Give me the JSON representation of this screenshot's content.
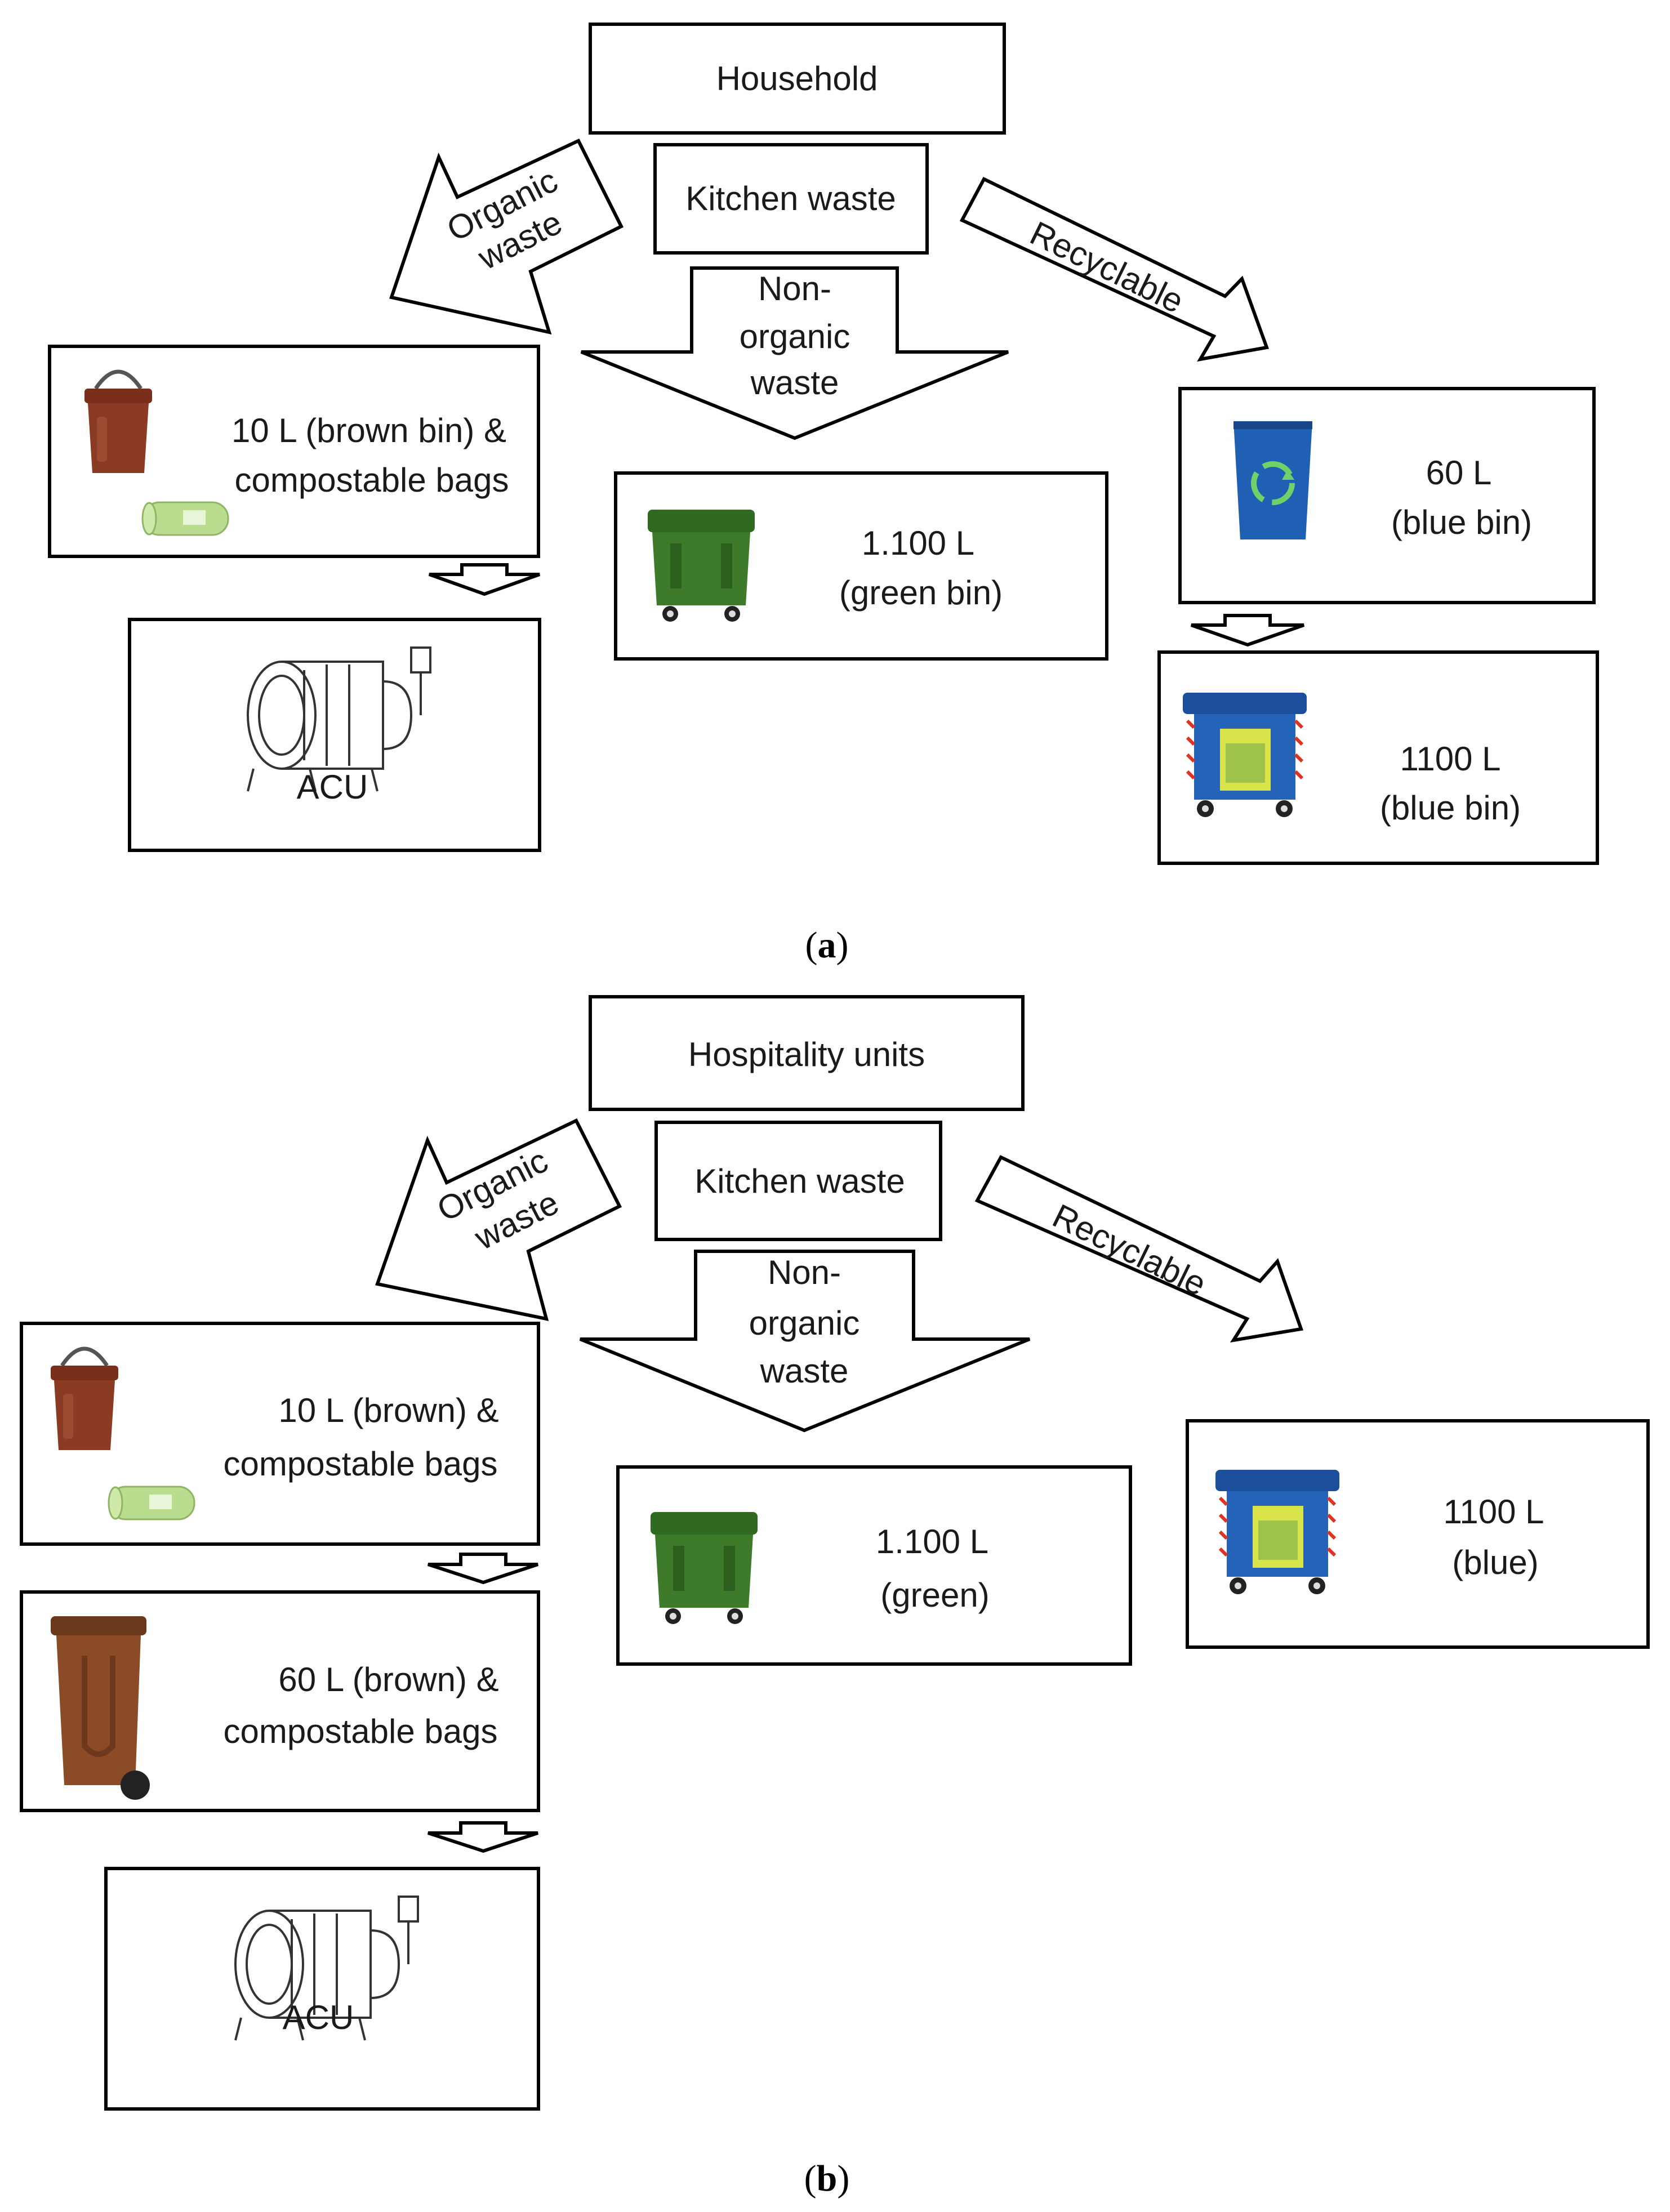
{
  "panel_a": {
    "top_box": "Household",
    "kitchen_box": "Kitchen waste",
    "arrow_organic": [
      "Organic",
      "waste"
    ],
    "arrow_nonorganic": [
      "Non-",
      "organic",
      "waste"
    ],
    "arrow_recyclable": "Recyclable",
    "brown_box": [
      "10 L (brown bin) &",
      "compostable bags"
    ],
    "green_box": [
      "1.100 L",
      "(green bin)"
    ],
    "blue_small_box": [
      "60 L",
      "(blue bin)"
    ],
    "blue_large_box": [
      "1100 L",
      "(blue bin)"
    ],
    "acu_box": "ACU",
    "caption": {
      "open": "(",
      "letter": "a",
      "close": ")"
    }
  },
  "panel_b": {
    "top_box": "Hospitality units",
    "kitchen_box": "Kitchen waste",
    "arrow_organic": [
      "Organic",
      "waste"
    ],
    "arrow_nonorganic": [
      "Non-",
      "organic",
      "waste"
    ],
    "arrow_recyclable": "Recyclable",
    "brown_small_box": [
      "10 L (brown) &",
      "compostable bags"
    ],
    "brown_large_box": [
      "60 L (brown) &",
      "compostable bags"
    ],
    "green_box": [
      "1.100 L",
      "(green)"
    ],
    "blue_box": [
      "1100 L",
      "(blue)"
    ],
    "acu_box": "ACU",
    "caption": {
      "open": "(",
      "letter": "b",
      "close": ")"
    }
  },
  "icons": {
    "brown_caddy": "brown-kitchen-caddy-icon",
    "compost_bags": "green-compostable-bag-roll-icon",
    "green_container": "green-1100l-wheeled-container-icon",
    "blue_recycle_bin": "blue-recycling-bin-icon",
    "blue_container": "blue-1100l-wheeled-container-icon",
    "brown_wheelie": "brown-60l-wheelie-bin-icon",
    "acu": "automatic-composting-unit-sketch-icon"
  },
  "colors": {
    "brown": "#8b3a24",
    "green": "#3d7a2a",
    "blue": "#1f5fb4",
    "bag_green": "#b9dc8e"
  }
}
